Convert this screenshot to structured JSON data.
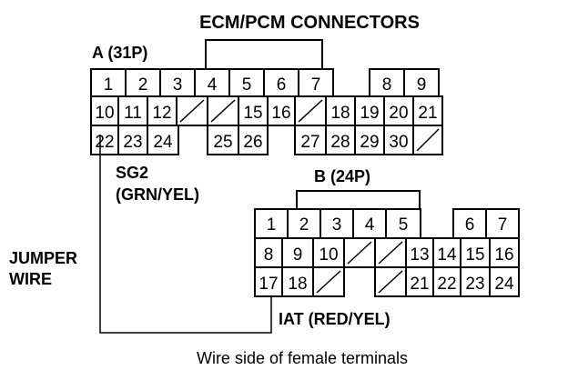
{
  "title": "ECM/PCM CONNECTORS",
  "caption": "Wire side of female terminals",
  "jumper_label_1": "JUMPER",
  "jumper_label_2": "WIRE",
  "connector_a": {
    "label": "A (31P)",
    "rows": [
      [
        "1",
        "2",
        "3",
        "4",
        "5",
        "6",
        "7",
        "",
        "8",
        "9"
      ],
      [
        "10",
        "11",
        "12",
        "/",
        "/",
        "15",
        "16",
        "/",
        "18",
        "19",
        "20",
        "21"
      ],
      [
        "22",
        "23",
        "24",
        "",
        "25",
        "26",
        "",
        "27",
        "28",
        "29",
        "30",
        "/"
      ]
    ],
    "wire_label_1": "SG2",
    "wire_label_2": "(GRN/YEL)"
  },
  "connector_b": {
    "label": "B (24P)",
    "rows": [
      [
        "1",
        "2",
        "3",
        "4",
        "5",
        "",
        "6",
        "7"
      ],
      [
        "8",
        "9",
        "10",
        "/",
        "/",
        "13",
        "14",
        "15",
        "16"
      ],
      [
        "17",
        "18",
        "/",
        "",
        "/",
        "21",
        "22",
        "23",
        "24"
      ]
    ],
    "wire_label": "IAT (RED/YEL)"
  }
}
